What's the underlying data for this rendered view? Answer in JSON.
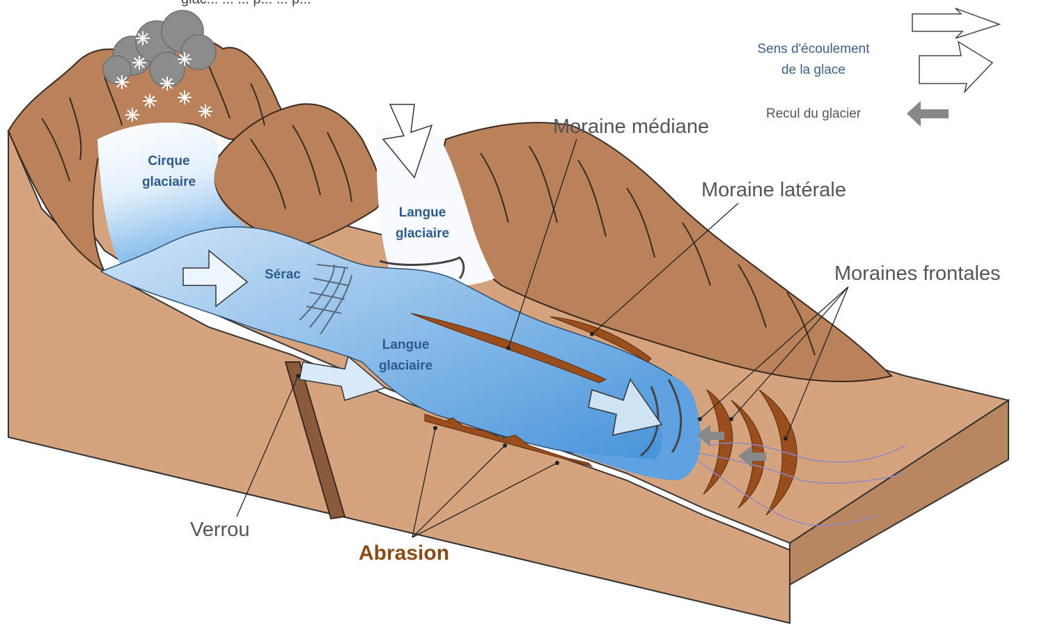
{
  "top_text": "glac... ... ... p... ... p...",
  "labels": {
    "cirque_line1": "Cirque",
    "cirque_line2": "glaciaire",
    "serac": "Sérac",
    "langue_upper_line1": "Langue",
    "langue_upper_line2": "glaciaire",
    "langue_lower_line1": "Langue",
    "langue_lower_line2": "glaciaire",
    "moraine_mediane": "Moraine médiane",
    "moraine_laterale": "Moraine latérale",
    "moraines_frontales": "Moraines frontales",
    "verrou": "Verrou",
    "abrasion": "Abrasion"
  },
  "legend": {
    "flow_line1": "Sens d'écoulement",
    "flow_line2": "de la glace",
    "retreat": "Recul du glacier"
  },
  "colors": {
    "rock": "#b9825a",
    "rock_dark": "#8f5d38",
    "ground": "#d5a47f",
    "ground_side": "#c7966f",
    "ice_top": "#ffffff",
    "ice_bottom": "#3f8fd8",
    "moraine": "#9a4d1d",
    "ice_label": "#2c5b8c",
    "grey_label": "#555555",
    "abrasion_label": "#8a4b17",
    "stream": "#8f88c6"
  },
  "icons": [
    "cloud-icon",
    "snowflake-icon",
    "flow-arrow-icon",
    "retreat-arrow-icon"
  ]
}
